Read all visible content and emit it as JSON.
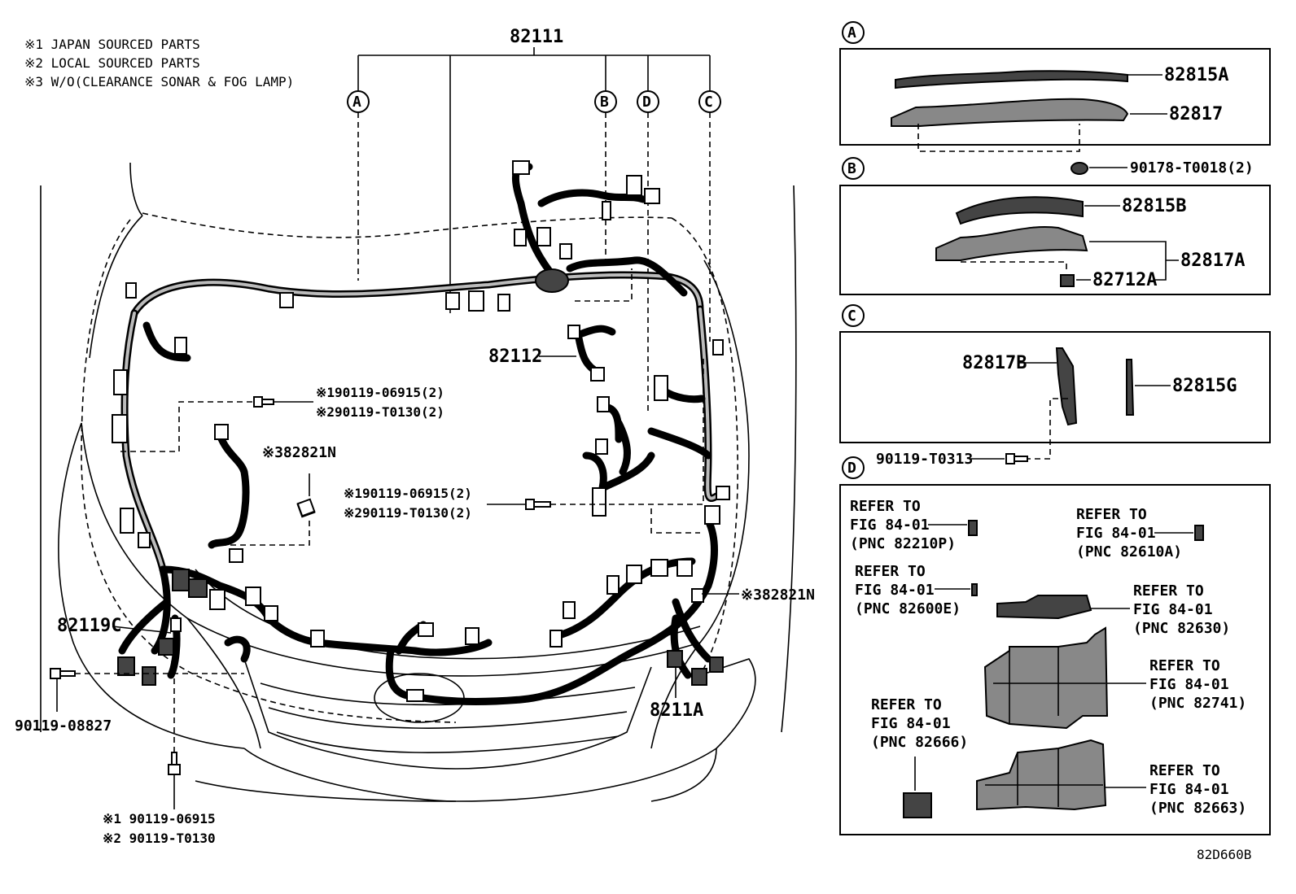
{
  "notes": [
    "※1 JAPAN SOURCED PARTS",
    "※2 LOCAL SOURCED PARTS",
    "※3 W/O(CLEARANCE SONAR & FOG LAMP)"
  ],
  "main": {
    "harness_main": "82111",
    "callouts": [
      "A",
      "B",
      "D",
      "C"
    ],
    "harness_82112": "82112",
    "clip_upper": [
      "※190119-06915(2)",
      "※290119-T0130(2)"
    ],
    "clip_middle": [
      "※190119-06915(2)",
      "※290119-T0130(2)"
    ],
    "sonar_left": "※382821N",
    "sonar_right": "※382821N",
    "harness_82119C": "82119C",
    "harness_8211A": "8211A",
    "bolt_left": "90119-08827",
    "bolt_bottom": [
      "※1 90119-06915",
      "※2 90119-T0130"
    ]
  },
  "detail_A": {
    "tag": "A",
    "parts": [
      "82815A",
      "82817",
      "90178-T0018(2)"
    ]
  },
  "detail_B": {
    "tag": "B",
    "parts": [
      "82815B",
      "82817A",
      "82712A"
    ]
  },
  "detail_C": {
    "tag": "C",
    "parts": [
      "82817B",
      "82815G"
    ],
    "bolt": "90119-T0313"
  },
  "detail_D": {
    "tag": "D",
    "refs": [
      [
        "REFER TO",
        "FIG 84-01",
        "(PNC 82210P)"
      ],
      [
        "REFER TO",
        "FIG 84-01",
        "(PNC 82610A)"
      ],
      [
        "REFER TO",
        "FIG 84-01",
        "(PNC 82600E)"
      ],
      [
        "REFER TO",
        "FIG 84-01",
        "(PNC 82630)"
      ],
      [
        "REFER TO",
        "FIG 84-01",
        "(PNC 82741)"
      ],
      [
        "REFER TO",
        "FIG 84-01",
        "(PNC 82666)"
      ],
      [
        "REFER TO",
        "FIG 84-01",
        "(PNC 82663)"
      ]
    ]
  },
  "figure_id": "82D660B"
}
